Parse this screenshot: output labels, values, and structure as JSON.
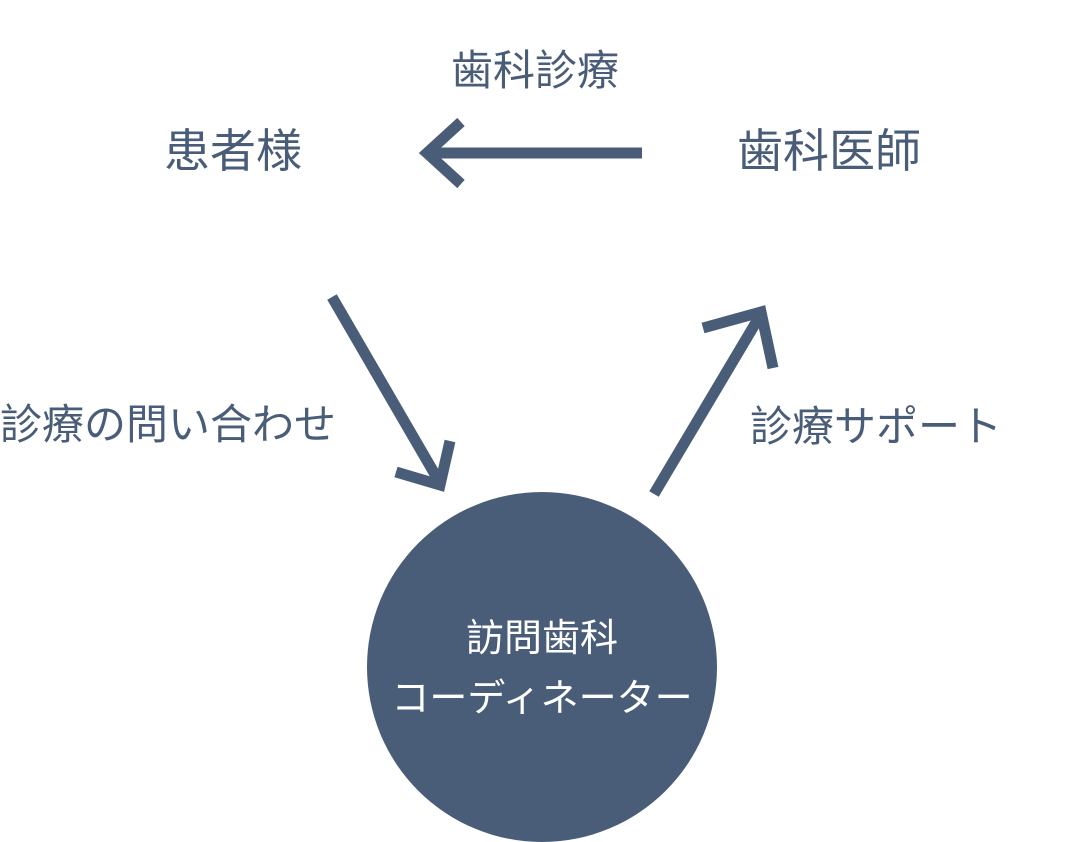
{
  "nodes": {
    "patient": "患者様",
    "dentist": "歯科医師",
    "coordinator": {
      "line1": "訪問歯科",
      "line2": "コーディネーター"
    }
  },
  "edges": {
    "dentist_to_patient": "歯科診療",
    "patient_to_coordinator": "診療の問い合わせ",
    "coordinator_to_dentist": "診療サポート"
  },
  "colors": {
    "primary": "#4a5d78",
    "circle_text": "#ffffff",
    "background": "#ffffff"
  }
}
